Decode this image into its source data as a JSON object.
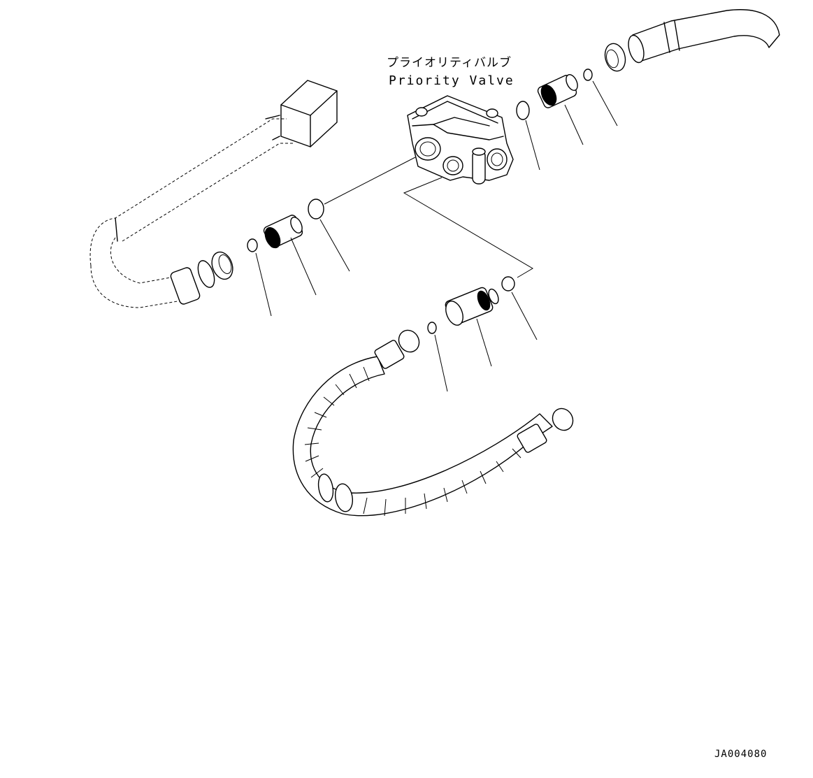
{
  "diagram": {
    "title_jp": "プライオリティバルブ",
    "title_en": "Priority Valve",
    "drawing_number": "JA004080"
  }
}
